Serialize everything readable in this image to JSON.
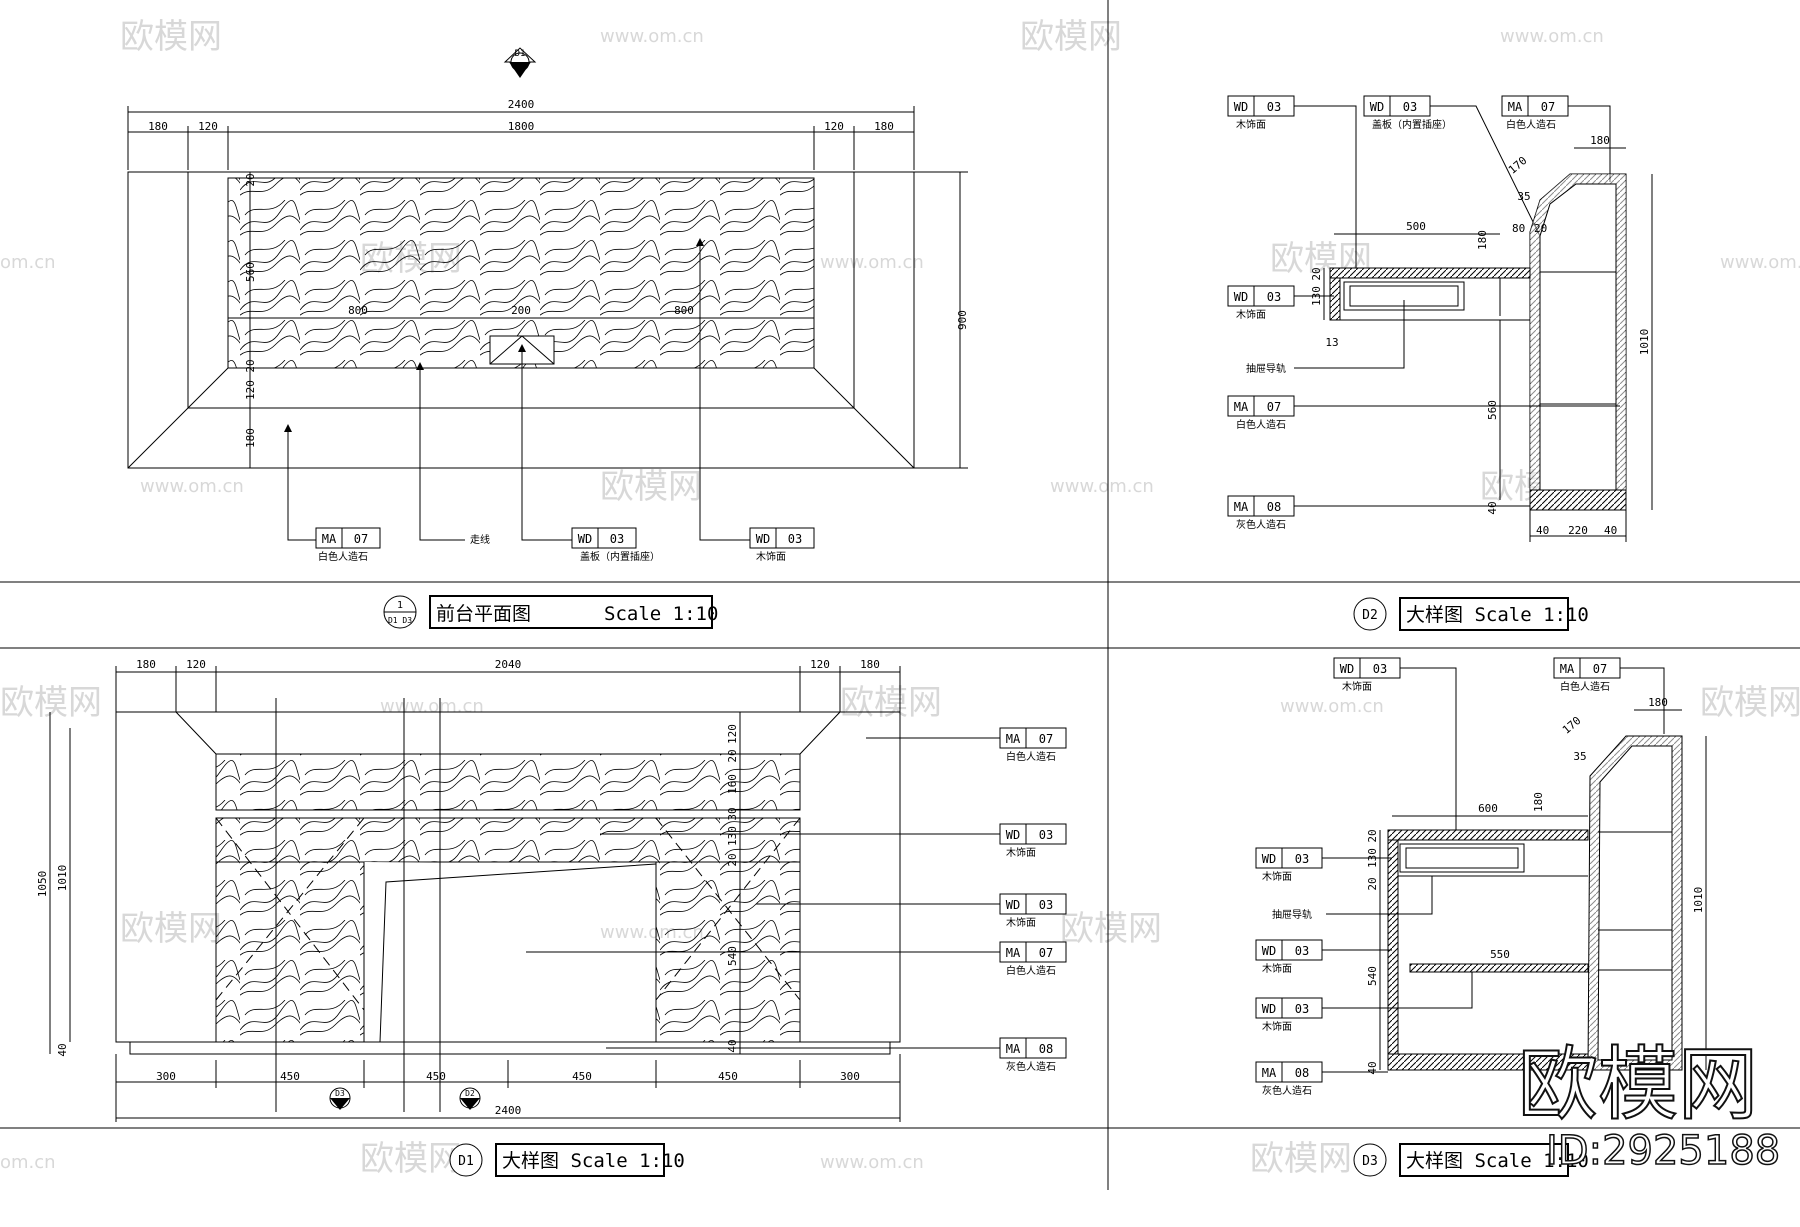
{
  "watermarks": {
    "brand": "欧模网",
    "site": "www.om.cn",
    "site_short": "om.cn",
    "big_brand": "欧模网",
    "id": "ID:2925188"
  },
  "plan": {
    "marker_top": "D1",
    "dims_top": [
      "2400",
      "180",
      "120",
      "1800",
      "120",
      "180"
    ],
    "dims_inner": [
      "800",
      "200",
      "800"
    ],
    "dims_left": [
      "20",
      "560",
      "20",
      "120",
      "180"
    ],
    "dim_right": "900",
    "tags": [
      {
        "code": "MA",
        "num": "07",
        "note": "白色人造石"
      },
      {
        "code": "",
        "num": "",
        "note": "走线"
      },
      {
        "code": "WD",
        "num": "03",
        "note": "盖板（内置插座）"
      },
      {
        "code": "WD",
        "num": "03",
        "note": "木饰面"
      }
    ],
    "title_num": "1",
    "title_sub": "D1 D3",
    "title_text": "前台平面图",
    "scale": "Scale 1:10"
  },
  "d2": {
    "tags_top": [
      {
        "code": "WD",
        "num": "03",
        "note": "木饰面"
      },
      {
        "code": "WD",
        "num": "03",
        "note": "盖板（内置插座）"
      },
      {
        "code": "MA",
        "num": "07",
        "note": "白色人造石"
      }
    ],
    "tags_left": [
      {
        "code": "WD",
        "num": "03",
        "note": "木饰面"
      },
      {
        "code": "",
        "num": "",
        "note": "抽屉导轨"
      },
      {
        "code": "MA",
        "num": "07",
        "note": "白色人造石"
      },
      {
        "code": "MA",
        "num": "08",
        "note": "灰色人造石"
      }
    ],
    "dims": [
      "180",
      "170",
      "35",
      "80",
      "20",
      "500",
      "180",
      "20",
      "130",
      "13",
      "560",
      "40",
      "40",
      "220",
      "40",
      "1010"
    ],
    "title_num": "D2",
    "title_text": "大样图 Scale 1:10"
  },
  "d1": {
    "dims_top": [
      "180",
      "120",
      "2040",
      "120",
      "180"
    ],
    "dims_right": [
      "120",
      "20",
      "160",
      "30",
      "130",
      "20",
      "540",
      "40"
    ],
    "dims_left": [
      "1050",
      "1010",
      "40"
    ],
    "dims_bottom": [
      "300",
      "450",
      "450",
      "450",
      "450",
      "300",
      "2400"
    ],
    "markers": [
      "D3",
      "D2"
    ],
    "tags": [
      {
        "code": "MA",
        "num": "07",
        "note": "白色人造石"
      },
      {
        "code": "WD",
        "num": "03",
        "note": "木饰面"
      },
      {
        "code": "WD",
        "num": "03",
        "note": "木饰面"
      },
      {
        "code": "MA",
        "num": "07",
        "note": "白色人造石"
      },
      {
        "code": "MA",
        "num": "08",
        "note": "灰色人造石"
      }
    ],
    "title_num": "D1",
    "title_text": "大样图 Scale 1:10"
  },
  "d3": {
    "tags_top": [
      {
        "code": "WD",
        "num": "03",
        "note": "木饰面"
      },
      {
        "code": "MA",
        "num": "07",
        "note": "白色人造石"
      }
    ],
    "tags_left": [
      {
        "code": "WD",
        "num": "03",
        "note": "木饰面"
      },
      {
        "code": "",
        "num": "",
        "note": "抽屉导轨"
      },
      {
        "code": "WD",
        "num": "03",
        "note": "木饰面"
      },
      {
        "code": "WD",
        "num": "03",
        "note": "木饰面"
      },
      {
        "code": "MA",
        "num": "08",
        "note": "灰色人造石"
      }
    ],
    "dims": [
      "180",
      "170",
      "35",
      "600",
      "180",
      "20",
      "130",
      "20",
      "540",
      "550",
      "40",
      "1010"
    ],
    "title_num": "D3",
    "title_text": "大样图 Scale 1:10"
  }
}
